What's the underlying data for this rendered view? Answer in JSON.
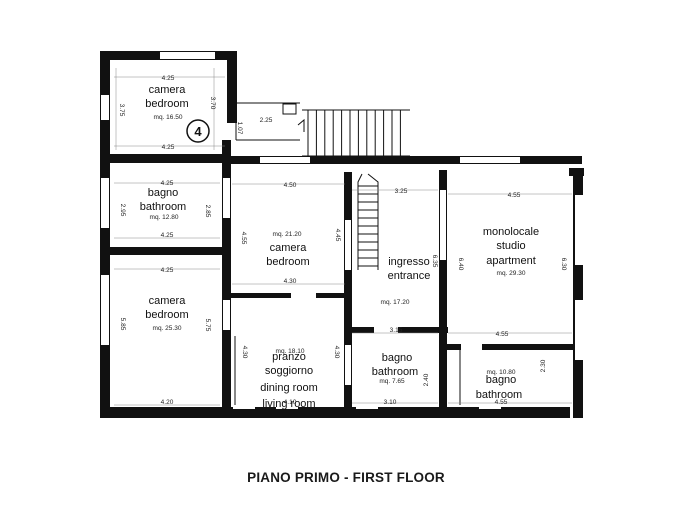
{
  "title": "PIANO PRIMO - FIRST FLOOR",
  "unit_badge": "4",
  "rooms": {
    "bedroom_nw": {
      "name1": "camera",
      "name2": "bedroom",
      "area": "mq. 16.50",
      "dim_top": "4.25",
      "dim_bottom": "4.25",
      "dim_left": "3.75",
      "dim_right": "3.70"
    },
    "bath_w": {
      "name1": "bagno",
      "name2": "bathroom",
      "area": "mq. 12.80",
      "dim_top": "4.25",
      "dim_bottom": "4.25",
      "dim_left": "2.95",
      "dim_right": "2.85"
    },
    "bedroom_sw": {
      "name1": "camera",
      "name2": "bedroom",
      "area": "mq. 25.30",
      "dim_top": "4.25",
      "dim_bottom": "4.20",
      "dim_left": "5.85",
      "dim_right": "5.75"
    },
    "bedroom_c": {
      "name1": "camera",
      "name2": "bedroom",
      "area": "mq. 21.20",
      "dim_top": "4.50",
      "dim_bottom": "4.30",
      "dim_left": "4.55",
      "dim_right": "4.45"
    },
    "dining": {
      "name1": "pranzo",
      "name2": "soggiorno",
      "name3": "dining room",
      "name4": "living room",
      "area": "mq. 18.10",
      "dim_left": "4.30",
      "dim_right": "4.30",
      "dim_bottom": "4.10"
    },
    "entrance": {
      "name1": "ingresso",
      "name2": "entrance",
      "area": "mq. 17.20",
      "dim_top": "3.25",
      "dim_right": "6.35",
      "dim_bottom": "3.15"
    },
    "bath_c": {
      "name1": "bagno",
      "name2": "bathroom",
      "area": "mq. 7.65",
      "dim_bottom": "3.10",
      "dim_right": "2.40"
    },
    "studio": {
      "name1": "monolocale",
      "name2": "studio",
      "name3": "apartment",
      "area": "mq. 29.30",
      "dim_top": "4.55",
      "dim_bottom": "4.55",
      "dim_left": "6.40",
      "dim_right": "6.30"
    },
    "bath_e": {
      "name1": "bagno",
      "name2": "bathroom",
      "area": "mq. 10.80",
      "dim_bottom": "4.55",
      "dim_right": "2.30"
    }
  },
  "stair_landing": {
    "dim_width": "2.25",
    "dim_height": "1.07"
  }
}
